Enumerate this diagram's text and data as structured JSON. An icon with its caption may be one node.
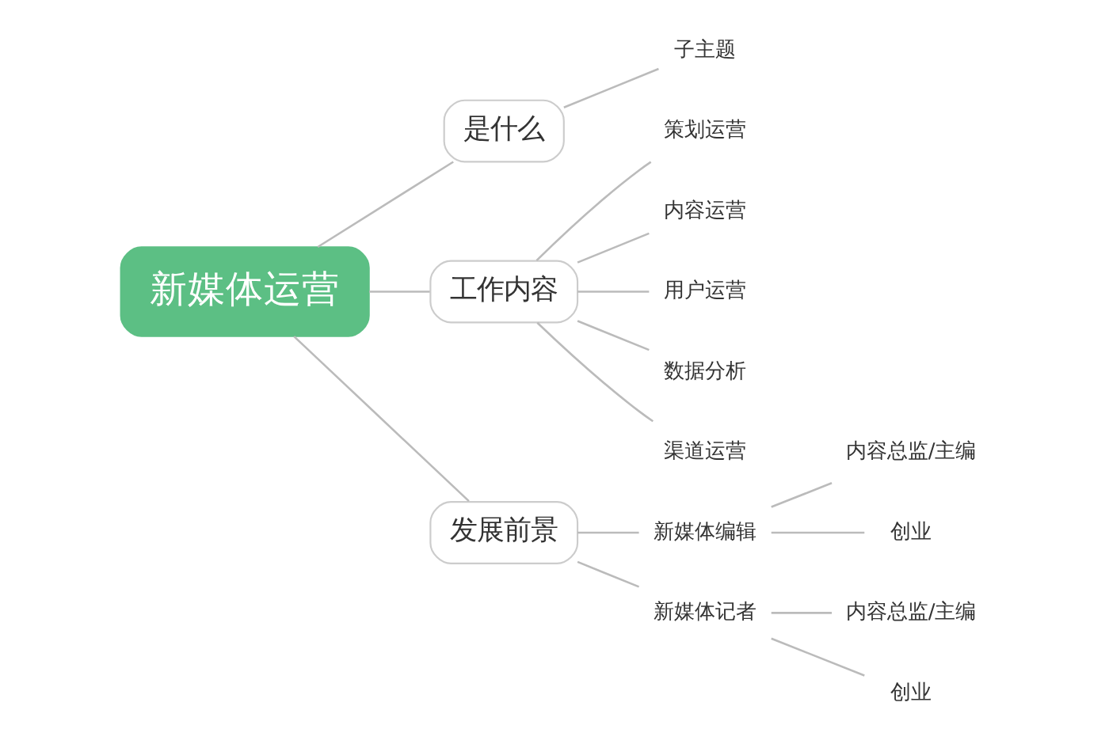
{
  "diagram": {
    "nodes": [
      {
        "text": [
          "新媒体运营"
        ]
      },
      {
        "text": [
          "是什么"
        ]
      },
      {
        "text": [
          "子主题"
        ]
      },
      {
        "text": [
          "工作内容"
        ]
      },
      {
        "text": [
          "策划运营"
        ]
      },
      {
        "text": [
          "内容运营"
        ]
      },
      {
        "text": [
          "用户运营"
        ]
      },
      {
        "text": [
          "数据分析"
        ]
      },
      {
        "text": [
          "渠道运营"
        ]
      },
      {
        "text": [
          "发展前景"
        ]
      },
      {
        "text": [
          "新媒体编辑"
        ]
      },
      {
        "text": [
          "内容总监/主编"
        ]
      },
      {
        "text": [
          "创业"
        ]
      },
      {
        "text": [
          "新媒体记者"
        ]
      },
      {
        "text": [
          "内容总监/主编"
        ]
      },
      {
        "text": [
          "创业"
        ]
      }
    ],
    "edges": [
      {
        "from": 0,
        "to": 1,
        "arrow": "none"
      },
      {
        "from": 1,
        "to": 2,
        "arrow": "none"
      },
      {
        "from": 0,
        "to": 3,
        "arrow": "none"
      },
      {
        "from": 3,
        "to": 4,
        "arrow": "none"
      },
      {
        "from": 3,
        "to": 5,
        "arrow": "none"
      },
      {
        "from": 3,
        "to": 6,
        "arrow": "none"
      },
      {
        "from": 3,
        "to": 7,
        "arrow": "none"
      },
      {
        "from": 3,
        "to": 8,
        "arrow": "none"
      },
      {
        "from": 0,
        "to": 9,
        "arrow": "none"
      },
      {
        "from": 9,
        "to": 10,
        "arrow": "none"
      },
      {
        "from": 10,
        "to": 11,
        "arrow": "none"
      },
      {
        "from": 10,
        "to": 12,
        "arrow": "none"
      },
      {
        "from": 9,
        "to": 13,
        "arrow": "none"
      },
      {
        "from": 13,
        "to": 14,
        "arrow": "none"
      },
      {
        "from": 13,
        "to": 15,
        "arrow": "none"
      }
    ]
  }
}
